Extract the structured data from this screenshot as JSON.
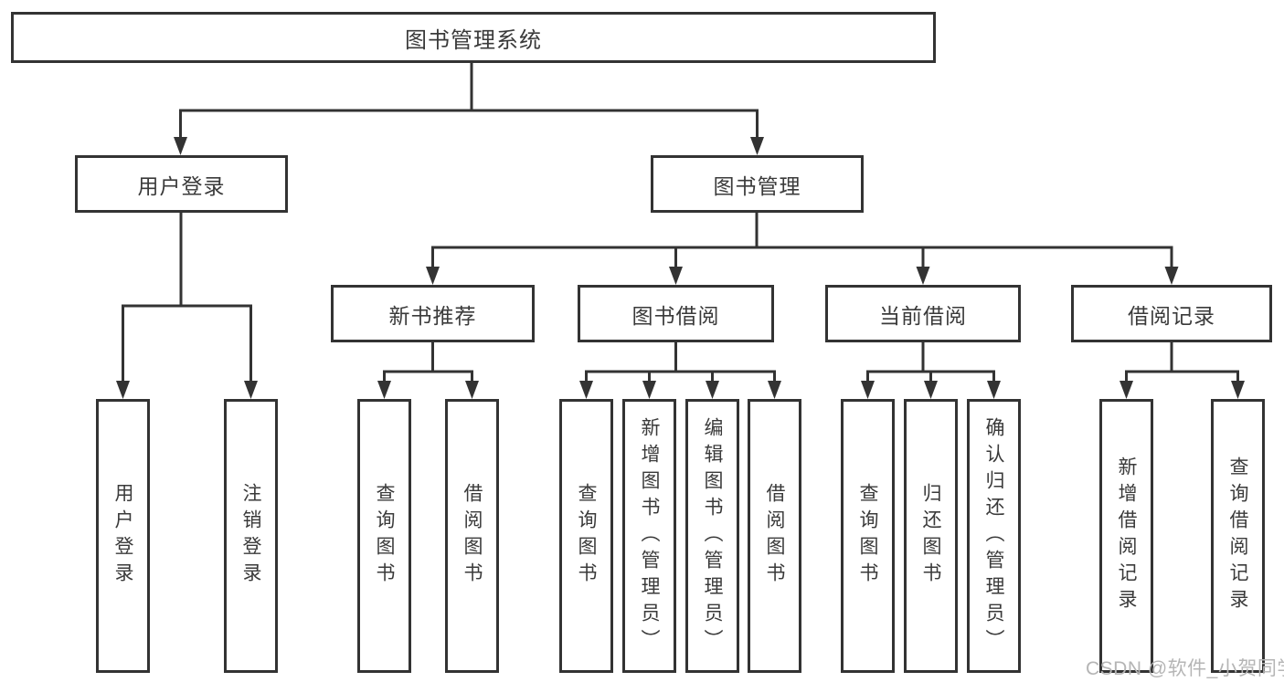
{
  "tree": {
    "label": "图书管理系统",
    "children": [
      {
        "label": "用户登录",
        "children": [
          {
            "label": "用户登录"
          },
          {
            "label": "注销登录"
          }
        ]
      },
      {
        "label": "图书管理",
        "children": [
          {
            "label": "新书推荐",
            "children": [
              {
                "label": "查询图书"
              },
              {
                "label": "借阅图书"
              }
            ]
          },
          {
            "label": "图书借阅",
            "children": [
              {
                "label": "查询图书"
              },
              {
                "label": "新增图书（管理员）"
              },
              {
                "label": "编辑图书（管理员）"
              },
              {
                "label": "借阅图书"
              }
            ]
          },
          {
            "label": "当前借阅",
            "children": [
              {
                "label": "查询图书"
              },
              {
                "label": "归还图书"
              },
              {
                "label": "确认归还（管理员）"
              }
            ]
          },
          {
            "label": "借阅记录",
            "children": [
              {
                "label": "新增借阅记录"
              },
              {
                "label": "查询借阅记录"
              }
            ]
          }
        ]
      }
    ]
  },
  "watermark": {
    "text": "CSDN @软件_小贺同学"
  },
  "colors": {
    "line": "#333333",
    "box_border": "#333333",
    "text": "#3a3a3a",
    "watermark": "#b5b5b5",
    "background": "#ffffff"
  }
}
